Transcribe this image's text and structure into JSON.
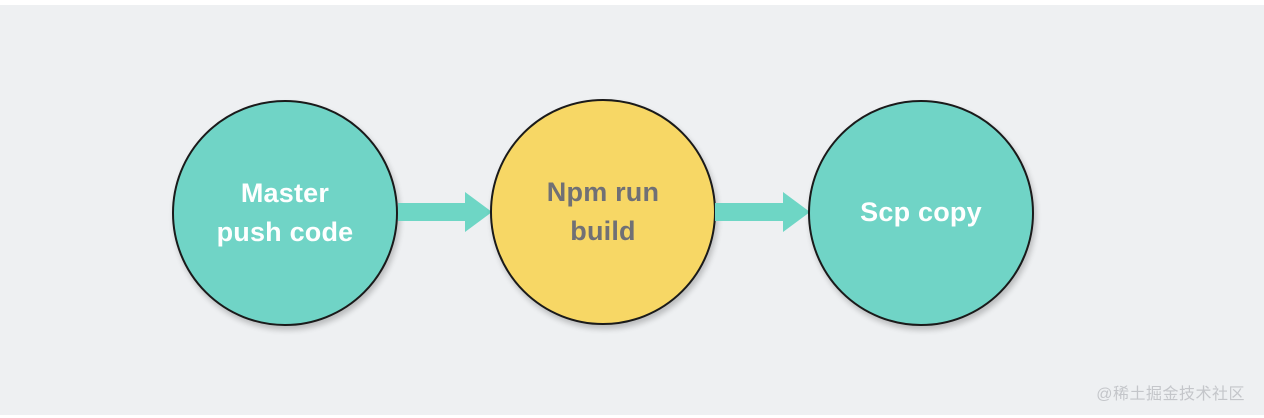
{
  "diagram": {
    "background": "#eef0f2",
    "frame_background": "#ffffff",
    "node_border_color": "#1a1a1a",
    "nodes": [
      {
        "id": "master-push-code",
        "label": "Master\npush code",
        "fill": "#70d4c6",
        "text_color": "#ffffff",
        "border_color": "#1a1a1a"
      },
      {
        "id": "npm-run-build",
        "label": "Npm run\nbuild",
        "fill": "#f7d765",
        "text_color": "#707075",
        "border_color": "#1a1a1a"
      },
      {
        "id": "scp-copy",
        "label": "Scp copy",
        "fill": "#70d4c6",
        "text_color": "#ffffff",
        "border_color": "#1a1a1a"
      }
    ],
    "arrows": [
      {
        "from": "master-push-code",
        "to": "npm-run-build",
        "color": "#6ed6c5"
      },
      {
        "from": "npm-run-build",
        "to": "scp-copy",
        "color": "#6ed6c5"
      }
    ]
  },
  "watermark": {
    "text": "@稀土掘金技术社区",
    "color": "#c4c6ca"
  }
}
